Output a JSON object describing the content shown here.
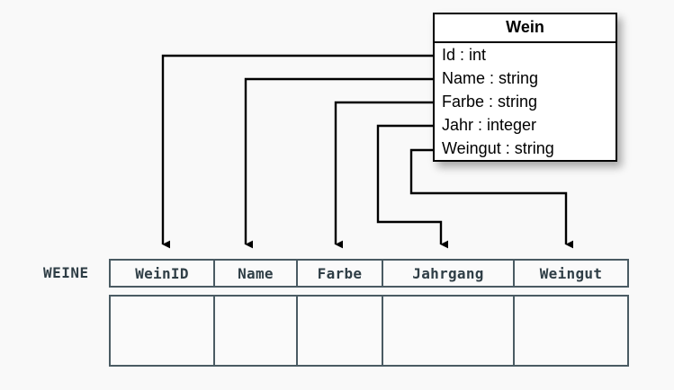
{
  "diagram": {
    "title": "Wein class to WEINE table mapping",
    "background_color": "#f9f9f9",
    "line_color": "#000000",
    "table_border_color": "#4a5b63",
    "table_text_color": "#2f3e46"
  },
  "uml_class": {
    "name": "Wein",
    "attributes": [
      {
        "text": "Id : int",
        "name": "Id",
        "type": "int"
      },
      {
        "text": "Name : string",
        "name": "Name",
        "type": "string"
      },
      {
        "text": "Farbe : string",
        "name": "Farbe",
        "type": "string"
      },
      {
        "text": "Jahr : integer",
        "name": "Jahr",
        "type": "integer"
      },
      {
        "text": "Weingut : string",
        "name": "Weingut",
        "type": "string"
      }
    ]
  },
  "relational_table": {
    "label": "WEINE",
    "columns": [
      {
        "header": "WeinID"
      },
      {
        "header": "Name"
      },
      {
        "header": "Farbe"
      },
      {
        "header": "Jahrgang"
      },
      {
        "header": "Weingut"
      }
    ],
    "rows": [
      [
        "",
        "",
        "",
        "",
        ""
      ]
    ]
  },
  "mappings": [
    {
      "from": "Id",
      "to": "WeinID"
    },
    {
      "from": "Name",
      "to": "Name"
    },
    {
      "from": "Farbe",
      "to": "Farbe"
    },
    {
      "from": "Jahr",
      "to": "Jahrgang"
    },
    {
      "from": "Weingut",
      "to": "Weingut"
    }
  ]
}
